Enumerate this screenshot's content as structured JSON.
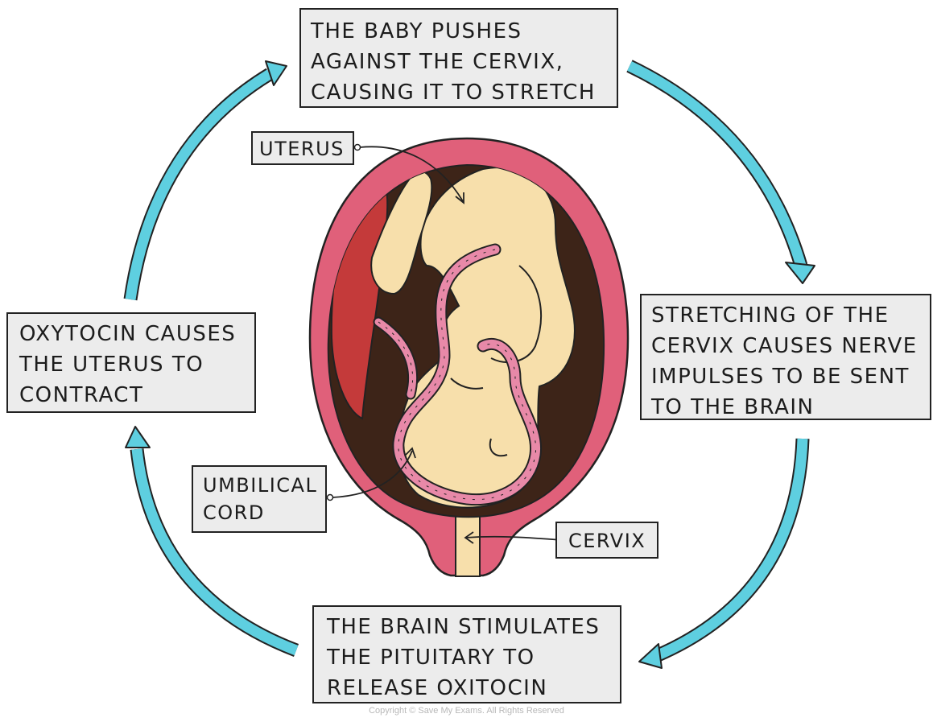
{
  "colors": {
    "arrow": "#5ecfe0",
    "arrow_outline": "#222222",
    "box_fill": "#ececec",
    "uterus_wall": "#e0607a",
    "placenta": "#c43a3a",
    "amniotic": "#3d2418",
    "baby": "#f7dfab",
    "cord": "#e889a8"
  },
  "steps": [
    {
      "lines": [
        "THE BABY PUSHES",
        "AGAINST THE CERVIX,",
        "CAUSING IT TO STRETCH"
      ]
    },
    {
      "lines": [
        "STRETCHING OF THE",
        "CERVIX CAUSES NERVE",
        "IMPULSES TO BE SENT",
        "TO THE BRAIN"
      ]
    },
    {
      "lines": [
        "THE BRAIN STIMULATES",
        "THE PITUITARY TO",
        "RELEASE OXITOCIN"
      ]
    },
    {
      "lines": [
        "OXYTOCIN CAUSES",
        "THE UTERUS TO",
        "CONTRACT"
      ]
    }
  ],
  "labels": {
    "uterus": "UTERUS",
    "umbilical_cord": [
      "UMBILICAL",
      "CORD"
    ],
    "cervix": "CERVIX"
  },
  "copyright": "Copyright © Save My Exams. All Rights Reserved"
}
